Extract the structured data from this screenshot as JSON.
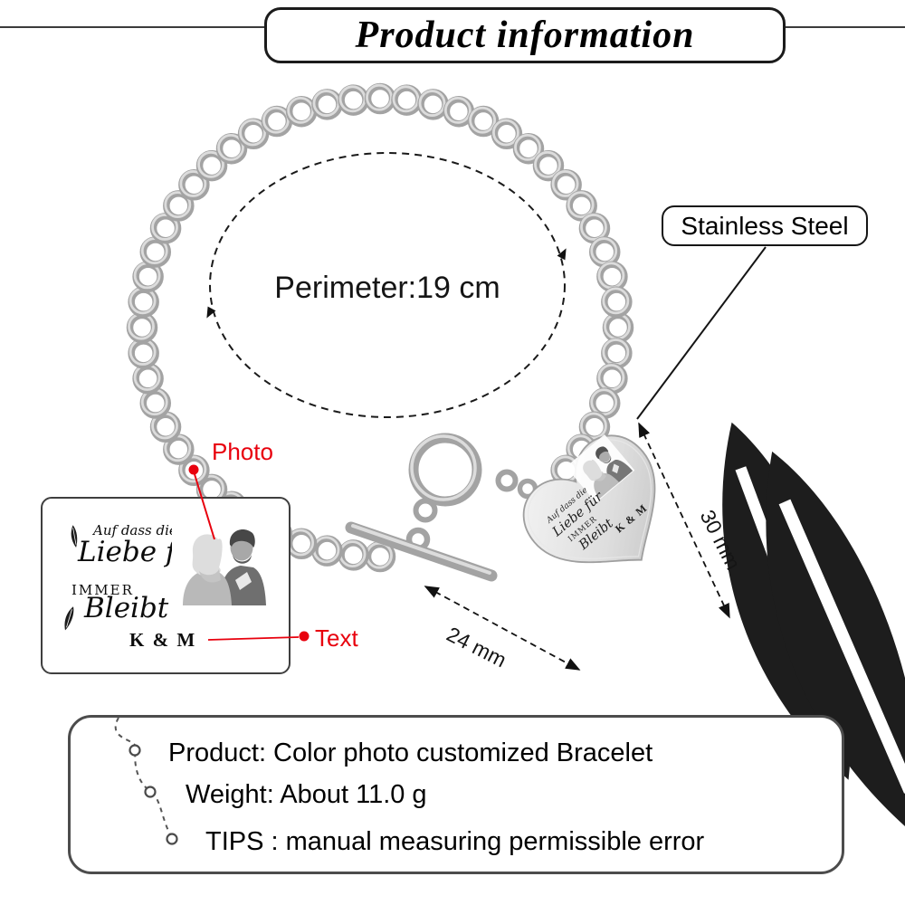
{
  "header": {
    "title": "Product information"
  },
  "bracelet": {
    "perimeter": "Perimeter:19 cm",
    "material": "Stainless Steel",
    "charm_width": "24 mm",
    "charm_height": "30 mm"
  },
  "callouts": {
    "photo": "Photo",
    "text": "Text"
  },
  "engraving": {
    "line1": "Auf dass die",
    "line2": "Liebe für",
    "line3": "IMMER",
    "line4": "Bleibt",
    "initials": "K & M"
  },
  "details": {
    "product": "Product: Color photo customized Bracelet",
    "weight": "Weight: About 11.0 g",
    "tips": "TIPS : manual measuring permissible error"
  },
  "colors": {
    "accent_red": "#e8000d",
    "metal_silver": "#b5b5b5",
    "ink": "#111111"
  }
}
